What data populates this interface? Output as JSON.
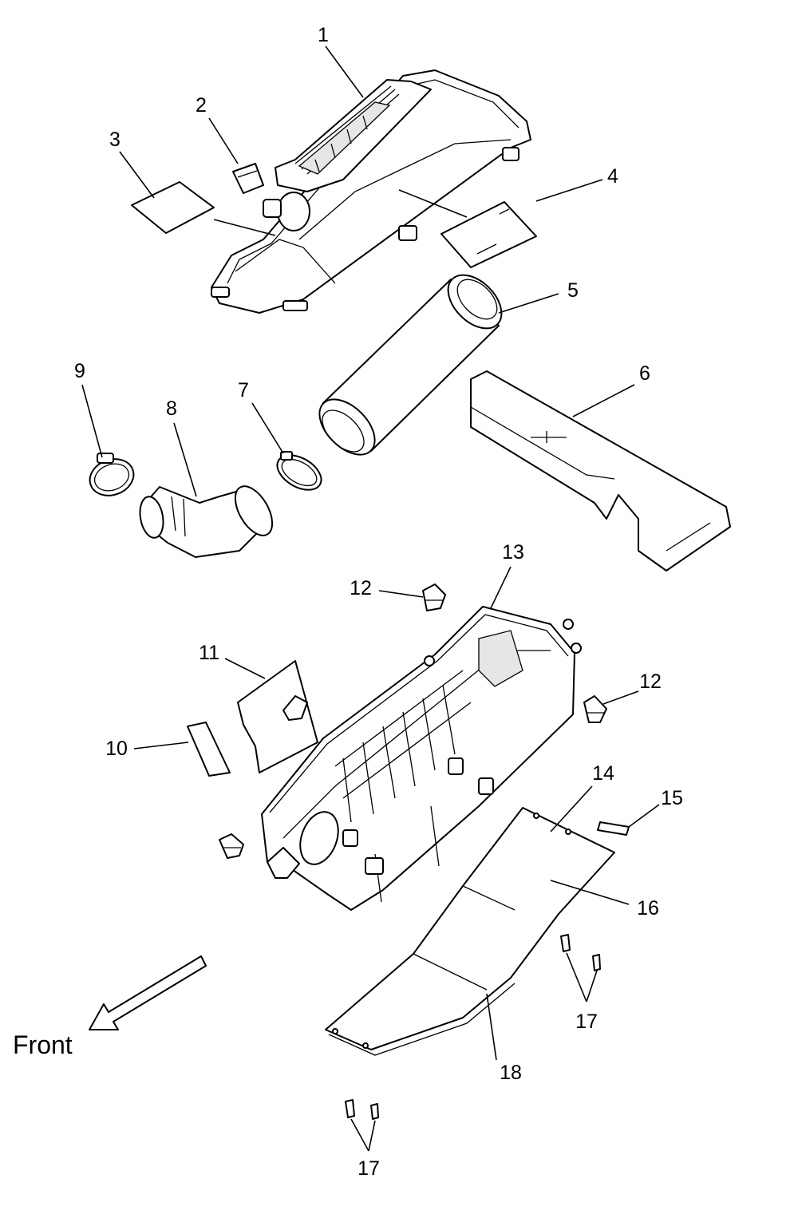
{
  "callouts": [
    {
      "id": "1",
      "label": "1"
    },
    {
      "id": "2",
      "label": "2"
    },
    {
      "id": "3",
      "label": "3"
    },
    {
      "id": "4",
      "label": "4"
    },
    {
      "id": "5",
      "label": "5"
    },
    {
      "id": "6",
      "label": "6"
    },
    {
      "id": "7",
      "label": "7"
    },
    {
      "id": "8",
      "label": "8"
    },
    {
      "id": "9",
      "label": "9"
    },
    {
      "id": "10",
      "label": "10"
    },
    {
      "id": "11",
      "label": "11"
    },
    {
      "id": "12a",
      "label": "12"
    },
    {
      "id": "12b",
      "label": "12"
    },
    {
      "id": "13",
      "label": "13"
    },
    {
      "id": "14",
      "label": "14"
    },
    {
      "id": "15",
      "label": "15"
    },
    {
      "id": "16",
      "label": "16"
    },
    {
      "id": "17a",
      "label": "17"
    },
    {
      "id": "17b",
      "label": "17"
    },
    {
      "id": "18",
      "label": "18"
    }
  ],
  "direction": {
    "label": "Front"
  }
}
